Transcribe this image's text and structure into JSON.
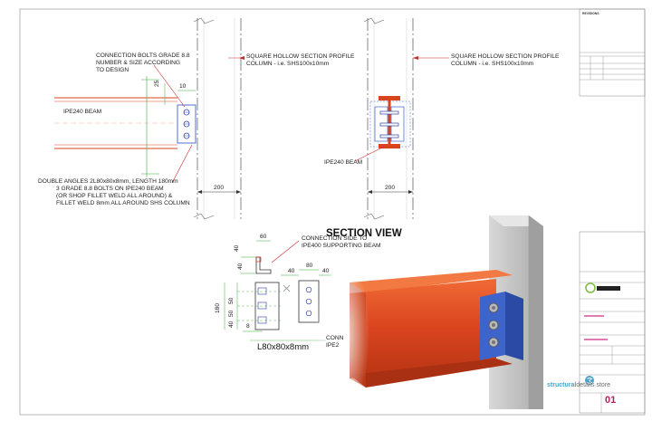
{
  "labels": {
    "bolts_grade": "CONNECTION BOLTS GRADE 8.8",
    "bolts_size": "NUMBER & SIZE ACCORDING",
    "bolts_design": "TO DESIGN",
    "shs_left_1": "SQUARE HOLLOW SECTION PROFILE",
    "shs_left_2": "COLUMN - i.e. SHS100x10mm",
    "shs_right_1": "SQUARE HOLLOW SECTION PROFILE",
    "shs_right_2": "COLUMN - i.e. SHS100x10mm",
    "ipe240_beam_left": "IPE240 BEAM",
    "ipe240_beam_right": "IPE240 BEAM",
    "angles_1": "DOUBLE ANGLES 2L80x80x8mm, LENGTH 180mm",
    "angles_2": "3 GRADE 8.8 BOLTS ON IPE240 BEAM",
    "angles_3": "(OR SHOP FILLET WELD ALL AROUND) &",
    "angles_4": "FILLET WELD 8mm ALL AROUND SHS COLUMN",
    "section_view": "SECTION VIEW",
    "conn_side_1": "CONNECTION SIDE TO",
    "conn_side_2": "IPE400 SUPPORTING BEAM",
    "angle_size": "L80x80x8mm",
    "cropped_conn": "CONN",
    "cropped_ipe": "IPE2"
  },
  "dimensions": {
    "d25": "25",
    "d10": "10",
    "d200_left": "200",
    "d200_right": "200",
    "d60": "60",
    "d40_top": "40",
    "d40_a": "40",
    "d40_b": "40",
    "d80": "80",
    "d40_c": "40",
    "d50_a": "50",
    "d50_b": "50",
    "d40_d": "40",
    "d180": "180",
    "d8": "8"
  },
  "title_block": {
    "revisions": "REVISIONS",
    "brand_structural": "structural",
    "brand_rest": "details store",
    "sheet_number": "01"
  },
  "colors": {
    "beam_red": "#d9441e",
    "column_grey": "#c7c7c7",
    "plate_blue": "#3e63c9",
    "dim_green": "#3caa3c",
    "leader_red": "#c62828",
    "bolt_blue": "#2a3fa8",
    "accent_magenta": "#c2185b"
  }
}
